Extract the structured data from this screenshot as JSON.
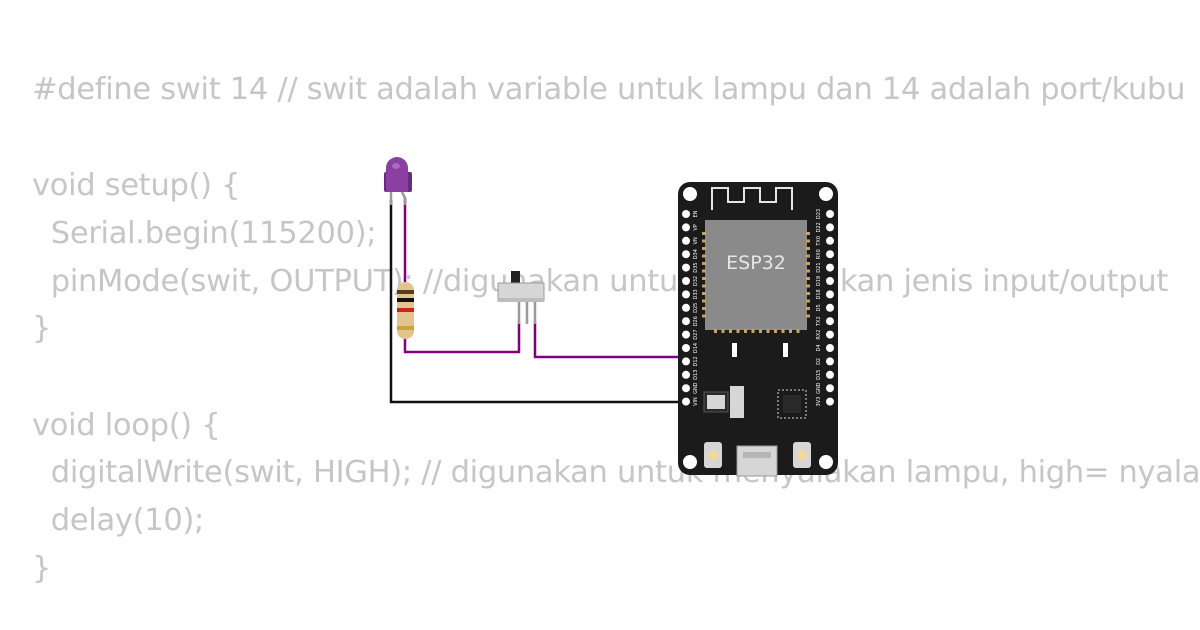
{
  "code": {
    "lines": [
      "#define swit 14 // swit adalah variable untuk lampu dan 14 adalah port/kubu",
      "",
      "void setup() {",
      "  Serial.begin(115200);",
      "  pinMode(swit, OUTPUT); //digunakan untuk menentukan jenis input/output",
      "}",
      "",
      "void loop() {",
      "  digitalWrite(swit, HIGH); // digunakan untuk menyalakan lampu, high= nyala",
      "  delay(10);",
      "}"
    ]
  },
  "board": {
    "chip_label": "ESP32",
    "left_pins": [
      "EN",
      "VP",
      "VN",
      "D34",
      "D35",
      "D32",
      "D33",
      "D25",
      "D26",
      "D27",
      "D14",
      "D12",
      "D13",
      "GND",
      "VIN"
    ],
    "right_pins": [
      "D23",
      "D22",
      "TX0",
      "RX0",
      "D21",
      "D19",
      "D18",
      "D5",
      "TX2",
      "RX2",
      "D4",
      "D2",
      "D15",
      "GND",
      "3V3"
    ]
  },
  "colors": {
    "code_text": "#c6c6c6",
    "wire_signal": "#800080",
    "wire_ground": "#000000",
    "board": "#1b1b1b",
    "chip": "#8a8a8a",
    "led": "#8b3fa0"
  },
  "components": {
    "led": "purple-led",
    "resistor": "resistor",
    "switch": "slide-switch",
    "board": "esp32-devkit"
  }
}
